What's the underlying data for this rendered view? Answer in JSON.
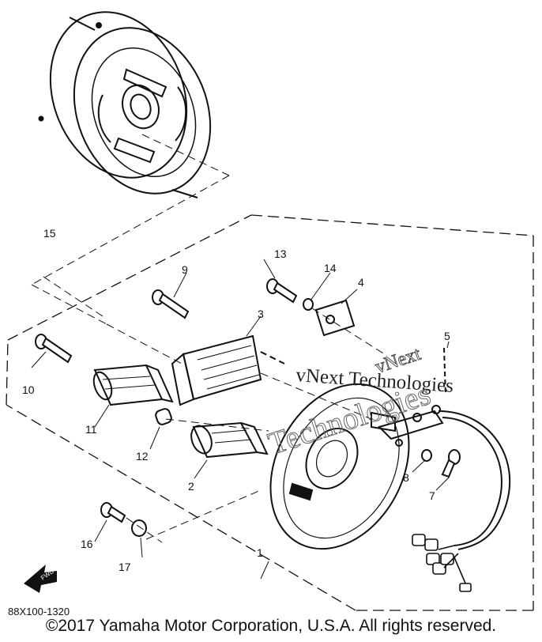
{
  "diagram": {
    "part_labels": {
      "p1": "1",
      "p2": "2",
      "p3": "3",
      "p4": "4",
      "p5": "5",
      "p7": "7",
      "p8": "8",
      "p9": "9",
      "p10": "10",
      "p11": "11",
      "p12": "12",
      "p13": "13",
      "p14": "14",
      "p15": "15",
      "p16": "16",
      "p17": "17"
    },
    "fwd_badge": "FWD",
    "figure_code": "88X100-1320"
  },
  "watermark": {
    "line1": "vNext",
    "line2": "vNext Technologies",
    "line3": "Technologies"
  },
  "footer": {
    "copyright": "©2017 Yamaha Motor Corporation, U.S.A. All rights reserved."
  }
}
